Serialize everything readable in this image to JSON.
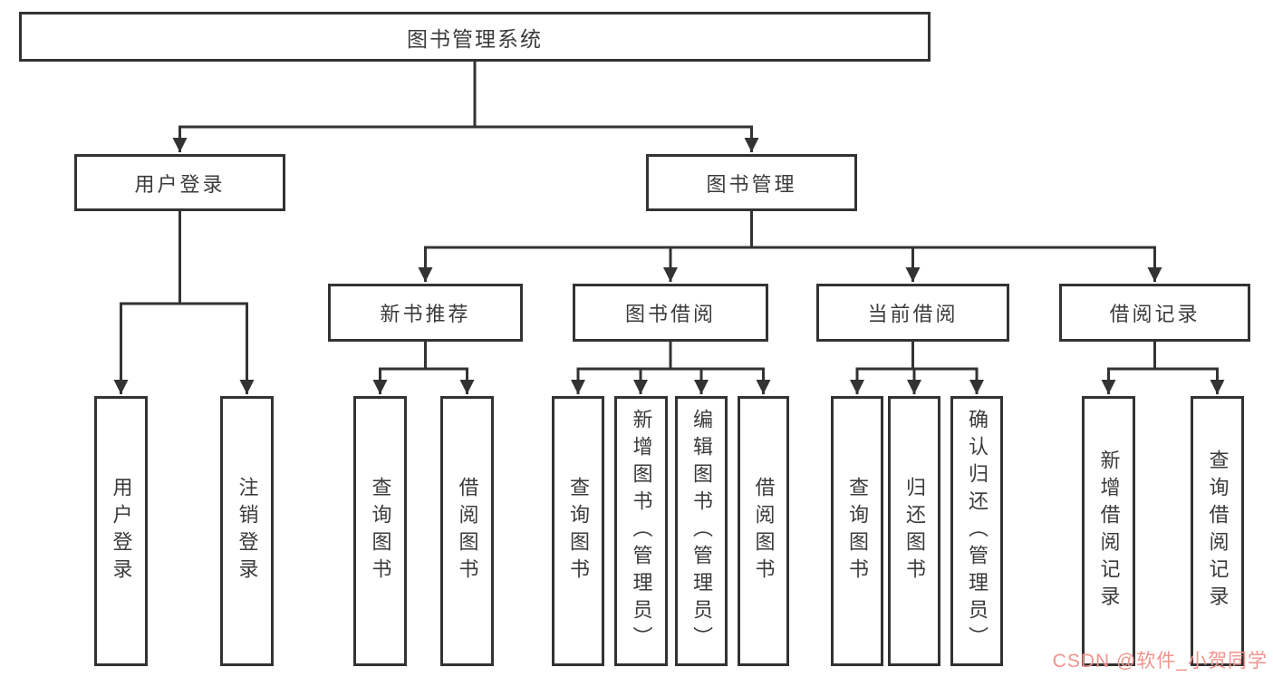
{
  "page": {
    "background": "#ffffff"
  },
  "colors": {
    "box_border": "#333333",
    "connector_line": "#333333",
    "text": "#3b3b3b",
    "watermark": "#f0948e"
  },
  "tree": {
    "root": {
      "label": "图书管理系统"
    },
    "branches": [
      {
        "label": "用户登录",
        "children": [
          {
            "label": "用户登录"
          },
          {
            "label": "注销登录"
          }
        ]
      },
      {
        "label": "图书管理",
        "children": [
          {
            "label": "新书推荐",
            "children": [
              {
                "label": "查询图书"
              },
              {
                "label": "借阅图书"
              }
            ]
          },
          {
            "label": "图书借阅",
            "children": [
              {
                "label": "查询图书"
              },
              {
                "label": "新增图书（管理员）"
              },
              {
                "label": "编辑图书（管理员）"
              },
              {
                "label": "借阅图书"
              }
            ]
          },
          {
            "label": "当前借阅",
            "children": [
              {
                "label": "查询图书"
              },
              {
                "label": "归还图书"
              },
              {
                "label": "确认归还（管理员）"
              }
            ]
          },
          {
            "label": "借阅记录",
            "children": [
              {
                "label": "新增借阅记录"
              },
              {
                "label": "查询借阅记录"
              }
            ]
          }
        ]
      }
    ]
  },
  "watermark": {
    "text": "CSDN @软件_小贺同学"
  }
}
